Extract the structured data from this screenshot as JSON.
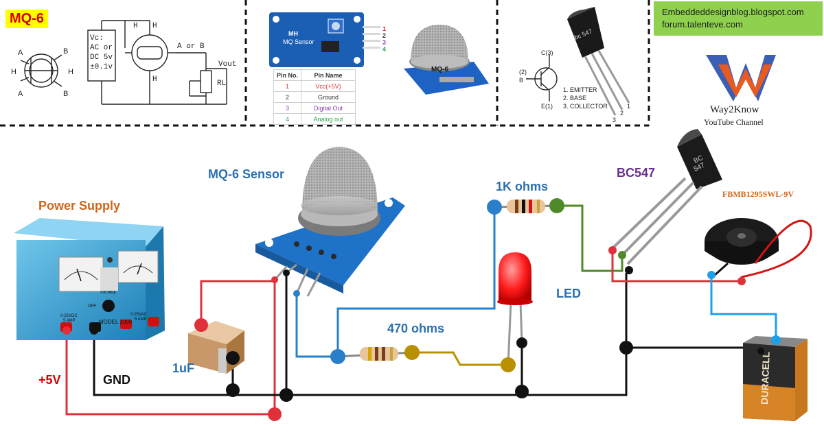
{
  "header": {
    "mq6_tag": "MQ-6",
    "website_line1": "Embeddeddesignblog.blogspot.com",
    "website_line2": "forum.talenteve.com",
    "brand_name": "Way2Know",
    "brand_sub": "YouTube Channel"
  },
  "pinout": {
    "pin_labels": {
      "a": "A",
      "b": "B",
      "h": "H"
    },
    "circuit_text": {
      "vc1": "Vc:",
      "vc2": "AC or",
      "vc3": "DC 5v",
      "vc4": "±0.1v",
      "a_or_b": "A or B",
      "vout": "Vout",
      "rl": "RL"
    }
  },
  "module": {
    "board_title1": "MH",
    "board_title2": "MQ Sensor",
    "table_headers": [
      "Pin No.",
      "Pin Name"
    ],
    "table_rows": [
      {
        "no": "1",
        "name": "Vcc(+5V)",
        "color": "#e03030"
      },
      {
        "no": "2",
        "name": "Ground",
        "color": "#333333"
      },
      {
        "no": "3",
        "name": "Digital Out",
        "color": "#8e3fb0"
      },
      {
        "no": "4",
        "name": "Analog out",
        "color": "#2ea24a"
      }
    ],
    "pin_numbers": [
      "1",
      "2",
      "3",
      "4"
    ],
    "sensor_body_text": "MQ-6"
  },
  "transistor_ref": {
    "pins": {
      "c": "C(3)",
      "b": "(2)\nB",
      "e": "E(1)"
    },
    "list": [
      "1.  EMITTER",
      "2.  BASE",
      "3.  COLLECTOR"
    ],
    "body_text": "bc 547",
    "leg_numbers": [
      "3",
      "2",
      "1"
    ]
  },
  "main": {
    "labels": {
      "power_supply": "Power Supply",
      "sensor": "MQ-6 Sensor",
      "transistor": "BC547",
      "buzzer": "FBMB1295SWL-9V",
      "r1k": "1K ohms",
      "r470": "470 ohms",
      "led": "LED",
      "cap": "1uF",
      "plus5v": "+5V",
      "gnd": "GND"
    },
    "psu_text": {
      "model": "MODEL 2000",
      "range_left": "0-25VDC",
      "amp_left": "5 AMP",
      "range_right": "0-25VAC",
      "amp_right": "5 AMP",
      "off": "OFF",
      "voltage": "VOLTAGE\nADJUST"
    },
    "transistor_body": "BC\n547",
    "battery_brand": "DURACELL"
  },
  "colors": {
    "red_label": "#d40000",
    "blue_label": "#2a6fb0",
    "purple_label": "#6a2f8e",
    "orange_label": "#d0651a",
    "wire_red": "#e0303a",
    "wire_black": "#111111",
    "wire_blue": "#2a7fc9",
    "wire_green": "#4f8a2a",
    "wire_olive": "#b89000",
    "wire_cyan": "#1ea0e8",
    "mq6_yellow": "#ffff00",
    "web_green": "#8fd14f"
  }
}
